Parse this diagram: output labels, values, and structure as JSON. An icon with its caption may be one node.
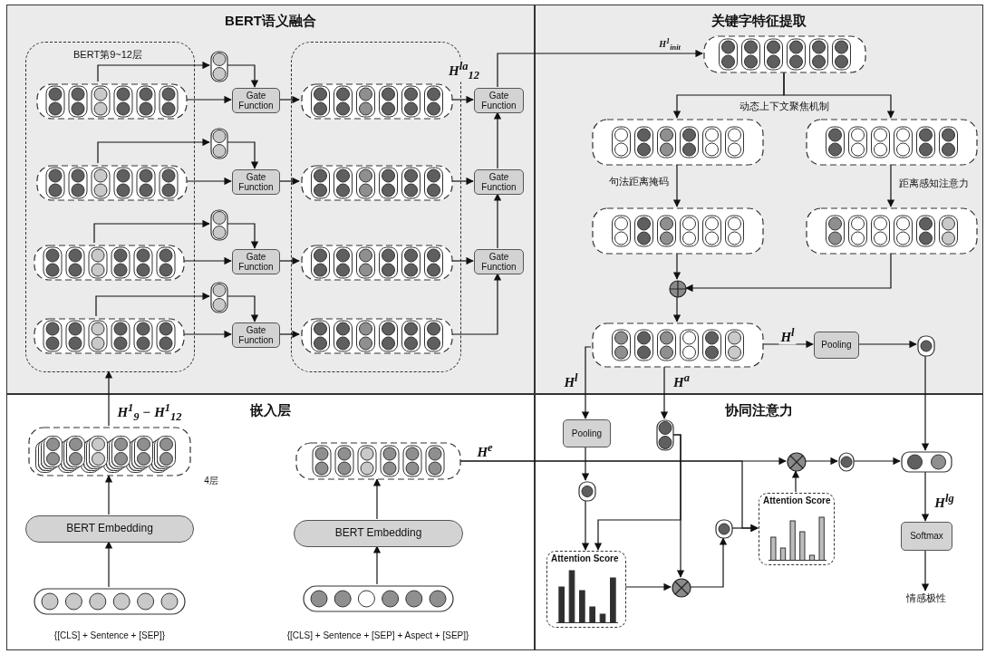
{
  "diagram": {
    "nodes": [
      {
        "text": [
          "BERT语义融合"
        ]
      },
      {
        "text": [
          "BERT第9~12层"
        ],
        "in": 0
      },
      {
        "text": [],
        "shape": "box",
        "in": 1
      },
      {
        "text": [],
        "shape": "box",
        "in": 1
      },
      {
        "text": [],
        "shape": "box",
        "in": 1
      },
      {
        "text": [],
        "shape": "box",
        "in": 1
      },
      {
        "text": [],
        "shape": "box",
        "in": 0
      },
      {
        "text": [],
        "shape": "box",
        "in": 0
      },
      {
        "text": [],
        "shape": "box",
        "in": 0
      },
      {
        "text": [],
        "shape": "box",
        "in": 0
      },
      {
        "text": [
          "Gate Function"
        ],
        "in": 0
      },
      {
        "text": [
          "Gate Function"
        ],
        "in": 0
      },
      {
        "text": [
          "Gate Function"
        ],
        "in": 0
      },
      {
        "text": [
          "Gate Function"
        ],
        "in": 0
      },
      {
        "text": [],
        "shape": "box",
        "in": 0
      },
      {
        "text": [],
        "shape": "box",
        "in": 14
      },
      {
        "text": [],
        "shape": "box",
        "in": 14
      },
      {
        "text": [],
        "shape": "box",
        "in": 14
      },
      {
        "text": [],
        "shape": "box",
        "in": 14
      },
      {
        "text": [
          "Gate Function"
        ],
        "in": 0
      },
      {
        "text": [
          "Gate Function"
        ],
        "in": 0
      },
      {
        "text": [
          "Gate Function"
        ],
        "in": 0
      },
      {
        "text": [
          "关键字特征提取"
        ]
      },
      {
        "text": [],
        "shape": "box",
        "in": 22,
        "beside": [
          "H$^{1}$$_{init}$"
        ]
      },
      {
        "text": [],
        "shape": "box",
        "in": 22
      },
      {
        "text": [],
        "shape": "box",
        "in": 22
      },
      {
        "text": [],
        "shape": "box",
        "in": 22
      },
      {
        "text": [],
        "shape": "box",
        "in": 22
      },
      {
        "text": [],
        "shape": "circle",
        "in": 22
      },
      {
        "text": [],
        "shape": "box",
        "in": 22
      },
      {
        "text": [
          "Pooling"
        ],
        "in": 22
      },
      {
        "text": [],
        "shape": "box",
        "in": 22
      },
      {
        "text": [
          "嵌入层"
        ]
      },
      {
        "text": [],
        "shape": "box",
        "in": 32,
        "beside": [
          "4层"
        ]
      },
      {
        "text": [
          "BERT Embedding"
        ],
        "in": 32
      },
      {
        "text": [],
        "shape": "box",
        "in": 32,
        "beside": [
          "{[CLS] + Sentence + [SEP]}"
        ]
      },
      {
        "text": [],
        "shape": "box",
        "in": 32
      },
      {
        "text": [
          "BERT Embedding"
        ],
        "in": 32
      },
      {
        "text": [],
        "shape": "box",
        "in": 32,
        "beside": [
          "{[CLS] + Sentence + [SEP] + Aspect + [SEP]}"
        ]
      },
      {
        "text": [
          "协同注意力"
        ]
      },
      {
        "text": [
          "Pooling"
        ],
        "in": 39
      },
      {
        "text": [],
        "shape": "box",
        "in": 39
      },
      {
        "text": [],
        "shape": "box",
        "in": 39
      },
      {
        "text": [
          "Attention Score"
        ],
        "in": 39
      },
      {
        "text": [],
        "shape": "circle",
        "in": 39
      },
      {
        "text": [],
        "shape": "box",
        "in": 39
      },
      {
        "text": [
          "Attention Score"
        ],
        "in": 39
      },
      {
        "text": [],
        "shape": "circle",
        "in": 39
      },
      {
        "text": [],
        "shape": "box",
        "in": 39
      },
      {
        "text": [],
        "shape": "box",
        "in": 39
      },
      {
        "text": [
          "Softmax"
        ],
        "in": 39
      },
      {
        "text": [
          "情感极性"
        ],
        "in": 39
      }
    ],
    "edges": [
      {
        "from": 33,
        "to": 1,
        "arrow": "to",
        "label": "H$^{1}$$_{9}$ − H$^{1}$$_{12}$"
      },
      {
        "from": 2,
        "to": 6,
        "arrow": "to"
      },
      {
        "from": 3,
        "to": 7,
        "arrow": "to"
      },
      {
        "from": 4,
        "to": 8,
        "arrow": "to"
      },
      {
        "from": 5,
        "to": 9,
        "arrow": "to"
      },
      {
        "from": 6,
        "to": 10,
        "arrow": "to"
      },
      {
        "from": 7,
        "to": 11,
        "arrow": "to"
      },
      {
        "from": 8,
        "to": 12,
        "arrow": "to"
      },
      {
        "from": 9,
        "to": 13,
        "arrow": "to"
      },
      {
        "from": 2,
        "to": 10,
        "arrow": "to"
      },
      {
        "from": 3,
        "to": 11,
        "arrow": "to"
      },
      {
        "from": 4,
        "to": 12,
        "arrow": "to"
      },
      {
        "from": 5,
        "to": 13,
        "arrow": "to"
      },
      {
        "from": 10,
        "to": 15,
        "arrow": "to"
      },
      {
        "from": 11,
        "to": 16,
        "arrow": "to"
      },
      {
        "from": 12,
        "to": 17,
        "arrow": "to"
      },
      {
        "from": 13,
        "to": 18,
        "arrow": "to"
      },
      {
        "from": 15,
        "to": 19,
        "arrow": "to"
      },
      {
        "from": 16,
        "to": 20,
        "arrow": "to"
      },
      {
        "from": 17,
        "to": 21,
        "arrow": "to"
      },
      {
        "from": 18,
        "to": 21,
        "arrow": "to"
      },
      {
        "from": 21,
        "to": 20,
        "arrow": "to"
      },
      {
        "from": 20,
        "to": 19,
        "arrow": "to"
      },
      {
        "from": 19,
        "to": 23,
        "arrow": "to",
        "label": "H$^{la}$$_{12}$"
      },
      {
        "from": 23,
        "to": 24,
        "arrow": "to",
        "label": "动态上下文聚焦机制"
      },
      {
        "from": 23,
        "to": 25,
        "arrow": "to"
      },
      {
        "from": 24,
        "to": 26,
        "arrow": "to",
        "label": "句法距离掩码"
      },
      {
        "from": 25,
        "to": 27,
        "arrow": "to",
        "label": "距离感知注意力"
      },
      {
        "from": 26,
        "to": 28,
        "arrow": "to"
      },
      {
        "from": 27,
        "to": 28,
        "arrow": "to"
      },
      {
        "from": 28,
        "to": 29,
        "arrow": "to"
      },
      {
        "from": 29,
        "to": 30,
        "arrow": "to",
        "label": "H$^{l}$"
      },
      {
        "from": 30,
        "to": 31,
        "arrow": "to"
      },
      {
        "from": 29,
        "to": 40,
        "arrow": "to",
        "label": "H$^{l}$"
      },
      {
        "from": 29,
        "to": 41,
        "arrow": "to",
        "label": "H$^{a}$"
      },
      {
        "from": 35,
        "to": 34,
        "arrow": "to"
      },
      {
        "from": 34,
        "to": 33,
        "arrow": "to"
      },
      {
        "from": 38,
        "to": 37,
        "arrow": "to"
      },
      {
        "from": 37,
        "to": 36,
        "arrow": "to"
      },
      {
        "from": 36,
        "to": 47,
        "arrow": "to",
        "label": "H$^{e}$"
      },
      {
        "from": 36,
        "to": 46,
        "arrow": "to"
      },
      {
        "from": 40,
        "to": 42,
        "arrow": "to"
      },
      {
        "from": 42,
        "to": 43,
        "arrow": "to"
      },
      {
        "from": 41,
        "to": 43,
        "arrow": "to"
      },
      {
        "from": 41,
        "to": 44,
        "arrow": "to"
      },
      {
        "from": 43,
        "to": 44,
        "arrow": "to"
      },
      {
        "from": 44,
        "to": 45,
        "arrow": "to"
      },
      {
        "from": 45,
        "to": 46,
        "arrow": "to"
      },
      {
        "from": 46,
        "to": 47,
        "arrow": "to"
      },
      {
        "from": 47,
        "to": 48,
        "arrow": "to"
      },
      {
        "from": 48,
        "to": 49,
        "arrow": "to"
      },
      {
        "from": 31,
        "to": 49,
        "arrow": "to"
      },
      {
        "from": 49,
        "to": 50,
        "arrow": "to",
        "label": "H$^{lg}$"
      },
      {
        "from": 50,
        "to": 51,
        "arrow": "to"
      }
    ]
  }
}
